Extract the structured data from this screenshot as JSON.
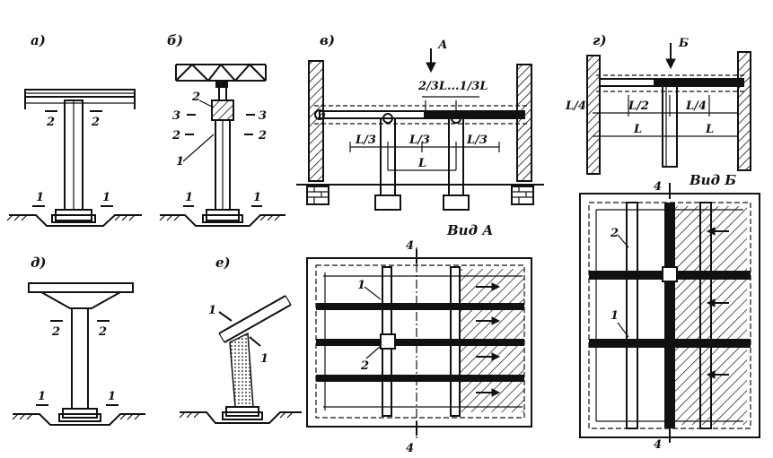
{
  "figure": {
    "panels": {
      "a": "а)",
      "b": "б)",
      "v": "в)",
      "g": "г)",
      "d": "д)",
      "e": "е)"
    },
    "markers": {
      "one": "1",
      "two": "2",
      "three": "3",
      "four": "4",
      "view_a_arrow": "А",
      "view_b_arrow": "Б"
    },
    "dimensions": {
      "l_third": "L/3",
      "l": "L",
      "span_range": "2/3L...1/3L",
      "l_quarter": "L/4",
      "l_half": "L/2"
    },
    "views": {
      "view_a": "Вид А",
      "view_b": "Вид Б"
    }
  }
}
